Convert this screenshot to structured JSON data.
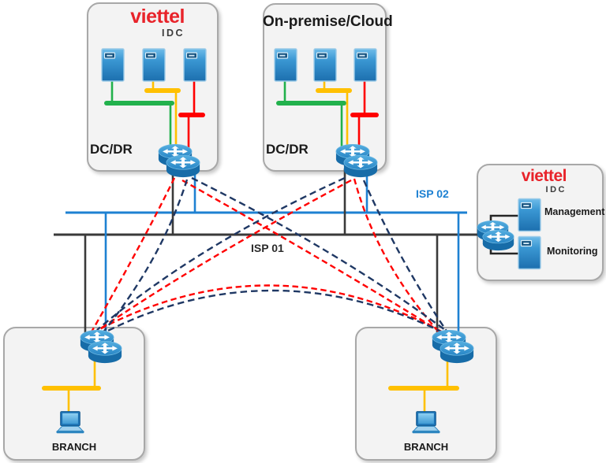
{
  "idc_left": {
    "brand": "viettel",
    "brand_sub": "IDC",
    "zone": "DC/DR"
  },
  "onprem": {
    "title": "On-premise/Cloud",
    "zone": "DC/DR"
  },
  "idc_right": {
    "brand": "viettel",
    "brand_sub": "IDC",
    "servers": [
      {
        "label": "Management"
      },
      {
        "label": "Monitoring"
      }
    ]
  },
  "branch_left": {
    "label": "BRANCH"
  },
  "branch_right": {
    "label": "BRANCH"
  },
  "links": {
    "isp01": {
      "label": "ISP 01",
      "color": "#3a3a3a"
    },
    "isp02": {
      "label": "ISP 02",
      "color": "#1e81d2"
    }
  },
  "colors": {
    "tunnel_primary": "#ff0000",
    "tunnel_secondary": "#1f3864",
    "lan_green": "#22b14c",
    "lan_yellow": "#ffc000",
    "lan_red": "#ff0000",
    "brand_red": "#e8232a",
    "node_blue": "#2e8fcc"
  },
  "icons": {
    "server": "server-icon",
    "router": "router-icon",
    "laptop": "laptop-icon"
  }
}
